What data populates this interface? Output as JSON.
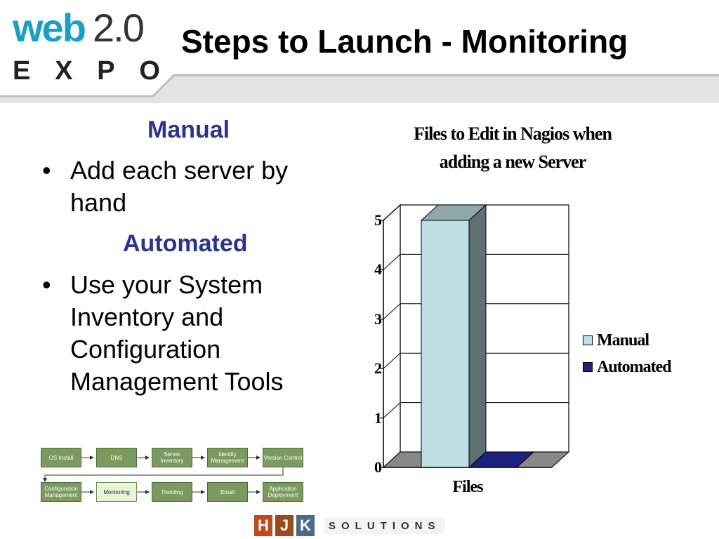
{
  "header": {
    "logo": {
      "web": "web",
      "version": "2.0",
      "expo": [
        "E",
        "X",
        "P",
        "O"
      ]
    },
    "title": "Steps to Launch - Monitoring"
  },
  "left": {
    "manual_heading": "Manual",
    "manual_bullet": "Add each server by hand",
    "automated_heading": "Automated",
    "automated_bullet": "Use your System Inventory and Configuration Management Tools",
    "bullet_glyph": "•"
  },
  "flow": {
    "row1": [
      "OS Install",
      "DNS",
      "Server Inventory",
      "Identity Management",
      "Version Control"
    ],
    "row2": [
      "Configuration Management",
      "Monitoring",
      "Trending",
      "Email",
      "Application Deployment"
    ],
    "highlighted": "Monitoring"
  },
  "chart_data": {
    "type": "bar",
    "title": [
      "Files to Edit in Nagios when",
      "adding a new Server"
    ],
    "categories": [
      "Files"
    ],
    "series": [
      {
        "name": "Manual",
        "values": [
          5
        ],
        "color": "#bde0e4"
      },
      {
        "name": "Automated",
        "values": [
          0
        ],
        "color": "#1e2080"
      }
    ],
    "xlabel": "Files",
    "ylabel": "",
    "ylim": [
      0,
      5
    ],
    "yticks": [
      "0",
      "1",
      "2",
      "3",
      "4",
      "5"
    ],
    "grid": true,
    "legend": "right",
    "three_d": true
  },
  "footer": {
    "letters": [
      "H",
      "J",
      "K"
    ],
    "letter_colors": [
      "#c04a1c",
      "#9b4a1c",
      "#4a6a8a"
    ],
    "solutions": "SOLUTIONS"
  },
  "colors": {
    "heading_blue": "#2a3390",
    "logo_blue": "#1aa0c8",
    "flow_green": "#7a9a5e"
  }
}
